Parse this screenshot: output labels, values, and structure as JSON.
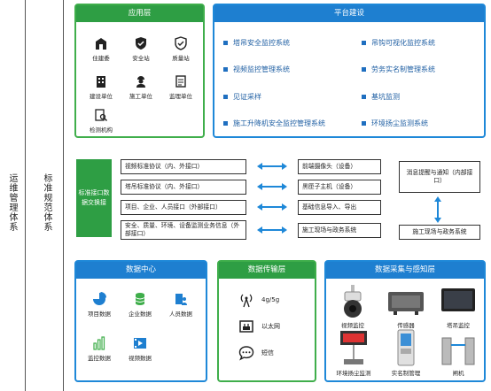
{
  "sidebar": {
    "left_label": "运维管理体系",
    "mid_label": "标准规范体系"
  },
  "app_layer": {
    "title": "应用层",
    "items": [
      "住建委",
      "安全站",
      "质量站",
      "建设单位",
      "施工单位",
      "监理单位",
      "检测机构"
    ]
  },
  "platform": {
    "title": "平台建设",
    "items": [
      "塔吊安全监控系统",
      "吊钩可视化监控系统",
      "视频监控管理系统",
      "劳务实名制管理系统",
      "见证采样",
      "基坑监测",
      "施工升降机安全监控管理系统",
      "环境扬尘监测系统"
    ]
  },
  "standards": {
    "green_label": "标准接口数据交换接",
    "left_boxes": [
      "视频标准协议（内、外接口）",
      "塔吊标准协议（内、外接口）",
      "项目、企业、人员接口（外部接口）",
      "安全、质量、环境、设备监测业务信息（外部接口）"
    ],
    "right_boxes": [
      "前端摄像头（设备）",
      "黑匣子主机（设备）",
      "基础信息导入、导出",
      "施工现场与政务系统"
    ],
    "msg_box": "消息提醒与通知（内部接口）",
    "gov_box": "施工现场与政务系统"
  },
  "data_center": {
    "title": "数据中心",
    "items": [
      "项目数据",
      "企业数据",
      "人员数据",
      "监控数据",
      "视频数据"
    ]
  },
  "transport": {
    "title": "数据传输层",
    "items": [
      "4g/5g",
      "以太网",
      "短信"
    ]
  },
  "collect": {
    "title": "数据采集与感知层",
    "items": [
      "视频监控",
      "传感器",
      "塔吊监控",
      "环境扬尘监测",
      "实名制管理",
      "闸机"
    ]
  },
  "colors": {
    "green": "#2e9e44",
    "blue": "#1e7fd0"
  }
}
